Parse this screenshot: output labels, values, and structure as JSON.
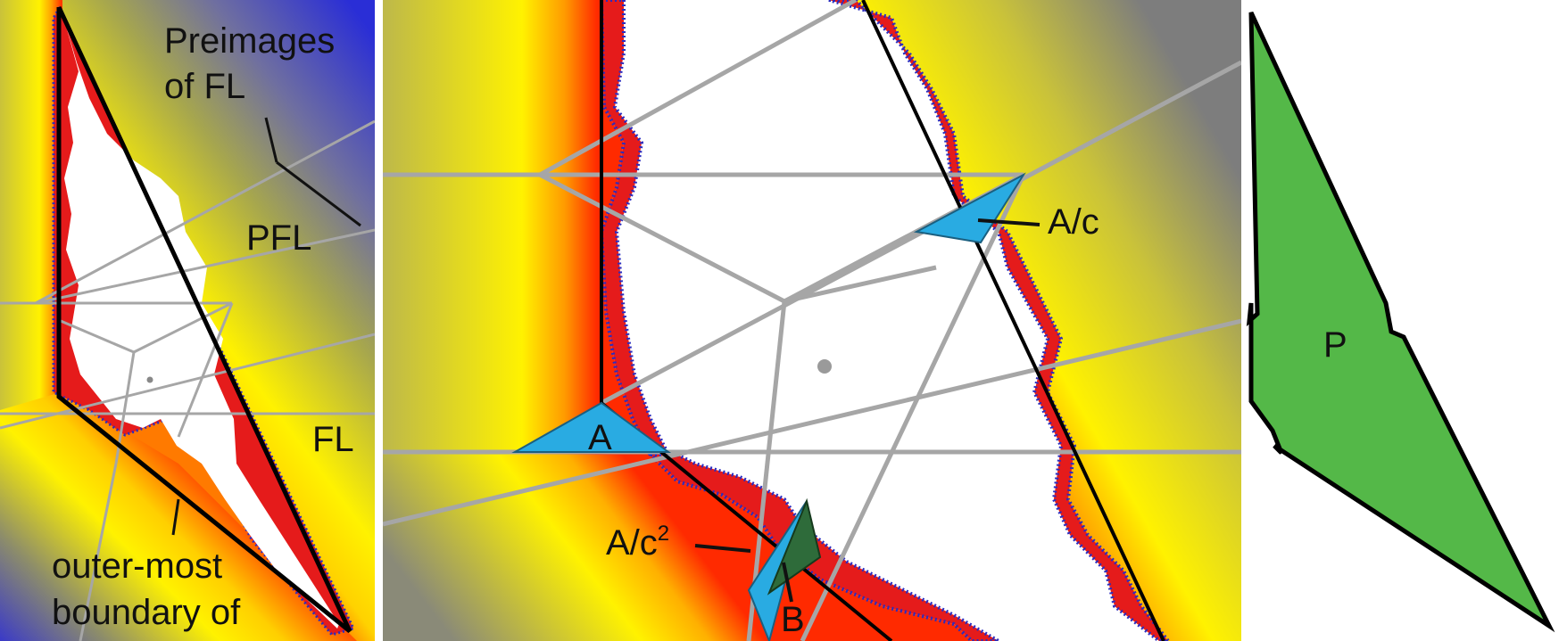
{
  "left_panel": {
    "label_preimages_line1": "Preimages",
    "label_preimages_line2": "of FL",
    "label_pfl": "PFL",
    "label_fl": "FL",
    "label_boundary_line1": "outer-most",
    "label_boundary_line2": "boundary of"
  },
  "middle_panel": {
    "label_a": "A",
    "label_a_over_c": "A/c",
    "label_a_over_c2_base": "A/c",
    "label_a_over_c2_exp": "2",
    "label_b": "B"
  },
  "right_panel": {
    "label_p": "P"
  },
  "colors": {
    "white_region": "#ffffff",
    "line_gray": "#a6a6a6",
    "boundary_black": "#000000",
    "triangle_blue": "#29abe2",
    "triangle_green": "#2e6b3a",
    "polygon_p_green": "#54b848",
    "fractal_red": "#e51b1b",
    "fractal_blue": "#2a2cbf",
    "gradient_yellow": "#fff200",
    "gradient_gray": "#7d7d7d",
    "gradient_blue": "#2a2ed6"
  }
}
